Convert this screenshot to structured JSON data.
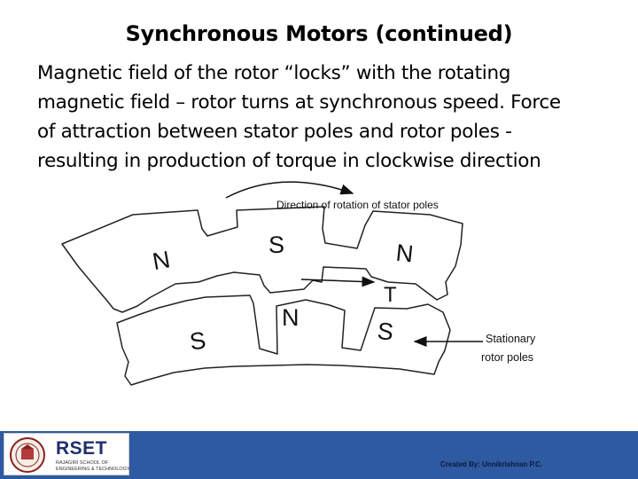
{
  "slide": {
    "title": "Synchronous Motors (continued)",
    "body_lines": [
      "Magnetic field of the rotor “locks” with the rotating",
      "magnetic field – rotor turns at synchronous speed. Force",
      "of attraction between stator poles and rotor poles -",
      "resulting in production of torque in clockwise direction"
    ]
  },
  "diagram": {
    "rotation_label": "Direction of rotation of stator poles",
    "stator_poles": [
      "N",
      "S",
      "N"
    ],
    "rotor_poles": [
      "S",
      "N",
      "S"
    ],
    "torque_label": "T",
    "rotor_label_line1": "Stationary",
    "rotor_label_line2": "rotor poles"
  },
  "footer": {
    "logo_text": "RSET",
    "logo_sub_line1": "RAJAGIRI SCHOOL OF",
    "logo_sub_line2": "ENGINEERING & TECHNOLOGY",
    "credit": "Created By: Unnikrishnan P.C.",
    "background_color": "#2d5aa0"
  }
}
